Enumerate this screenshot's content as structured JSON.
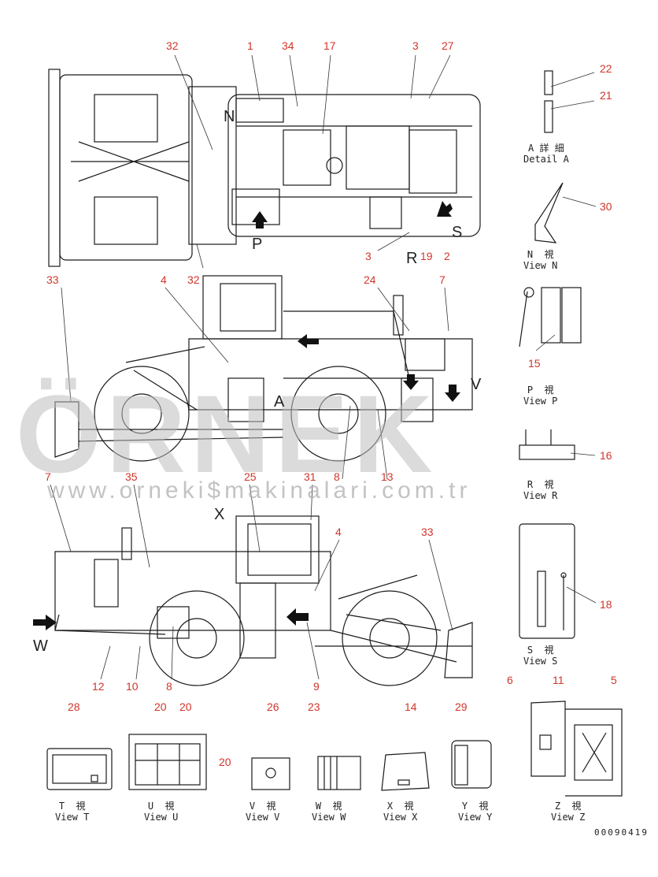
{
  "callouts": [
    {
      "id": "c1",
      "n": "1"
    },
    {
      "id": "c2",
      "n": "2"
    },
    {
      "id": "c3a",
      "n": "3"
    },
    {
      "id": "c3b",
      "n": "3"
    },
    {
      "id": "c4a",
      "n": "4"
    },
    {
      "id": "c4b",
      "n": "4"
    },
    {
      "id": "c5",
      "n": "5"
    },
    {
      "id": "c6",
      "n": "6"
    },
    {
      "id": "c7a",
      "n": "7"
    },
    {
      "id": "c7b",
      "n": "7"
    },
    {
      "id": "c8a",
      "n": "8"
    },
    {
      "id": "c8b",
      "n": "8"
    },
    {
      "id": "c9",
      "n": "9"
    },
    {
      "id": "c10",
      "n": "10"
    },
    {
      "id": "c11",
      "n": "11"
    },
    {
      "id": "c12",
      "n": "12"
    },
    {
      "id": "c13",
      "n": "13"
    },
    {
      "id": "c14",
      "n": "14"
    },
    {
      "id": "c15",
      "n": "15"
    },
    {
      "id": "c16",
      "n": "16"
    },
    {
      "id": "c17",
      "n": "17"
    },
    {
      "id": "c18",
      "n": "18"
    },
    {
      "id": "c19",
      "n": "19"
    },
    {
      "id": "c20a",
      "n": "20"
    },
    {
      "id": "c20b",
      "n": "20"
    },
    {
      "id": "c20c",
      "n": "20"
    },
    {
      "id": "c21",
      "n": "21"
    },
    {
      "id": "c22",
      "n": "22"
    },
    {
      "id": "c23",
      "n": "23"
    },
    {
      "id": "c24",
      "n": "24"
    },
    {
      "id": "c25",
      "n": "25"
    },
    {
      "id": "c26",
      "n": "26"
    },
    {
      "id": "c27",
      "n": "27"
    },
    {
      "id": "c28",
      "n": "28"
    },
    {
      "id": "c29",
      "n": "29"
    },
    {
      "id": "c30",
      "n": "30"
    },
    {
      "id": "c31",
      "n": "31"
    },
    {
      "id": "c32a",
      "n": "32"
    },
    {
      "id": "c32b",
      "n": "32"
    },
    {
      "id": "c33a",
      "n": "33"
    },
    {
      "id": "c33b",
      "n": "33"
    },
    {
      "id": "c34",
      "n": "34"
    },
    {
      "id": "c35",
      "n": "35"
    }
  ],
  "views": {
    "detail_a": "A 詳 細\nDetail A",
    "n": "N  視\nView N",
    "p": "P  視\nView P",
    "r": "R  視\nView R",
    "s": "S  視\nView S",
    "t": "T  視\nView T",
    "u": "U  視\nView U",
    "v": "V  視\nView V",
    "w": "W  視\nView W",
    "x": "X  視\nView X",
    "y": "Y  視\nView Y",
    "z": "Z  視\nView Z"
  },
  "letters": {
    "n": "N",
    "p": "P",
    "r": "R",
    "s": "S",
    "a": "A",
    "v": "V",
    "w": "W",
    "x": "X"
  },
  "watermark": {
    "brand": "ÖRNEK",
    "url": "www.orneki$makinalari.com.tr"
  },
  "drawing_code": "00090419",
  "colors": {
    "callout": "#d2352b",
    "line": "#1a1a1a",
    "watermark": "#c8c8c8"
  }
}
